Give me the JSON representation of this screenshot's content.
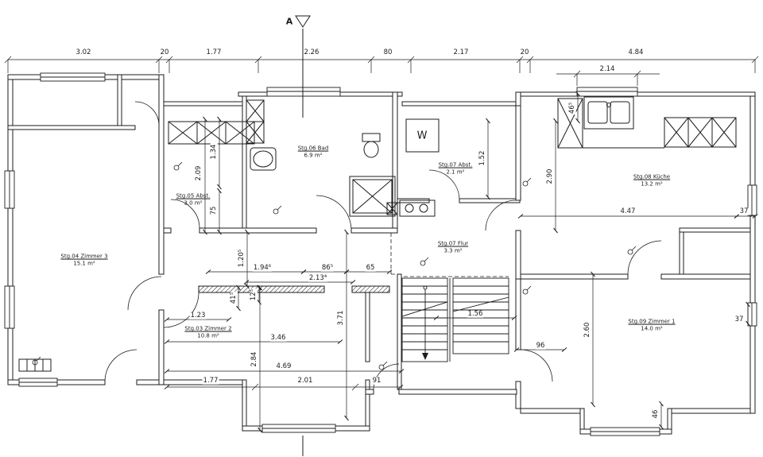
{
  "colors": {
    "line": "#1c1c1c",
    "paper": "#ffffff"
  },
  "section_marker": {
    "label": "A"
  },
  "appliances": {
    "washer": "W"
  },
  "rooms": {
    "zimmer3": {
      "name": "Stg.04 Zimmer 3",
      "area": "15.1 m²"
    },
    "abst05": {
      "name": "Stg.05 Abst.",
      "area": "3.0 m²"
    },
    "bad": {
      "name": "Stg.06 Bad",
      "area": "6.9 m²"
    },
    "abst07": {
      "name": "Stg.07 Abst.",
      "area": "2.1 m²"
    },
    "flur": {
      "name": "Stg.07 Flur",
      "area": "3.3 m²"
    },
    "kueche": {
      "name": "Stg.08 Küche",
      "area": "13.2 m²"
    },
    "zimmer2": {
      "name": "Stg.03 Zimmer 2",
      "area": "10.8 m²"
    },
    "zimmer1": {
      "name": "Stg.09 Zimmer 1",
      "area": "14.0 m²"
    }
  },
  "dimensions": {
    "top": [
      "3.02",
      "20",
      "1.77",
      "2.26",
      "80",
      "2.17",
      "20",
      "4.84"
    ],
    "kitchen_window": "2.14",
    "interior": {
      "k134": "1.34",
      "k209": "2.09",
      "k75": "75",
      "k465": "46⁵",
      "k152": "1.52",
      "k290": "2.90",
      "k447": "4.47",
      "k37a": "37",
      "k1205": "1.20⁵",
      "k1946": "1.94⁶",
      "k865": "86⁵",
      "k65": "65",
      "k2134": "2.13⁴",
      "k415": "41⁵",
      "k125": "12⁵",
      "k123": "1.23",
      "k346": "3.46",
      "k371": "3.71",
      "k284": "2.84",
      "k156": "1.56",
      "k96": "96",
      "k260": "2.60",
      "k37b": "37",
      "k469": "4.69",
      "k177": "1.77",
      "k201": "2.01",
      "k91": "91",
      "k46": "46"
    }
  }
}
